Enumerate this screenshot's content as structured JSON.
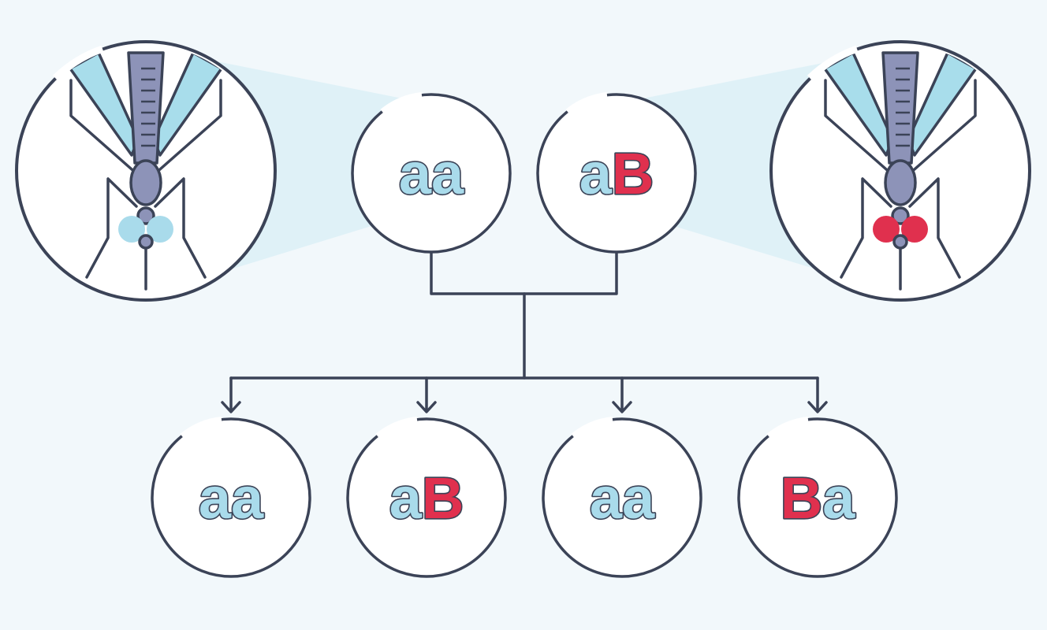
{
  "colors": {
    "background": "#f2f8fb",
    "outline": "#3b4357",
    "recessive_fill": "#a9dbeb",
    "dominant_fill": "#e0304e",
    "mosquito_body": "#8d93b8",
    "proboscis_light": "#a8ddeb",
    "eye_light_blue": "#a9dbeb",
    "eye_red": "#e0304e",
    "zoom_glow": "#d8eff6"
  },
  "parents": [
    {
      "genotype": [
        {
          "letter": "a",
          "kind": "recessive"
        },
        {
          "letter": "a",
          "kind": "recessive"
        }
      ],
      "mosquito_eye_color": "light-blue",
      "icon": "mosquito-icon"
    },
    {
      "genotype": [
        {
          "letter": "a",
          "kind": "recessive"
        },
        {
          "letter": "B",
          "kind": "dominant"
        }
      ],
      "mosquito_eye_color": "red",
      "icon": "mosquito-icon"
    }
  ],
  "offspring": [
    [
      {
        "letter": "a",
        "kind": "recessive"
      },
      {
        "letter": "a",
        "kind": "recessive"
      }
    ],
    [
      {
        "letter": "a",
        "kind": "recessive"
      },
      {
        "letter": "B",
        "kind": "dominant"
      }
    ],
    [
      {
        "letter": "a",
        "kind": "recessive"
      },
      {
        "letter": "a",
        "kind": "recessive"
      }
    ],
    [
      {
        "letter": "B",
        "kind": "dominant"
      },
      {
        "letter": "a",
        "kind": "recessive"
      }
    ]
  ]
}
